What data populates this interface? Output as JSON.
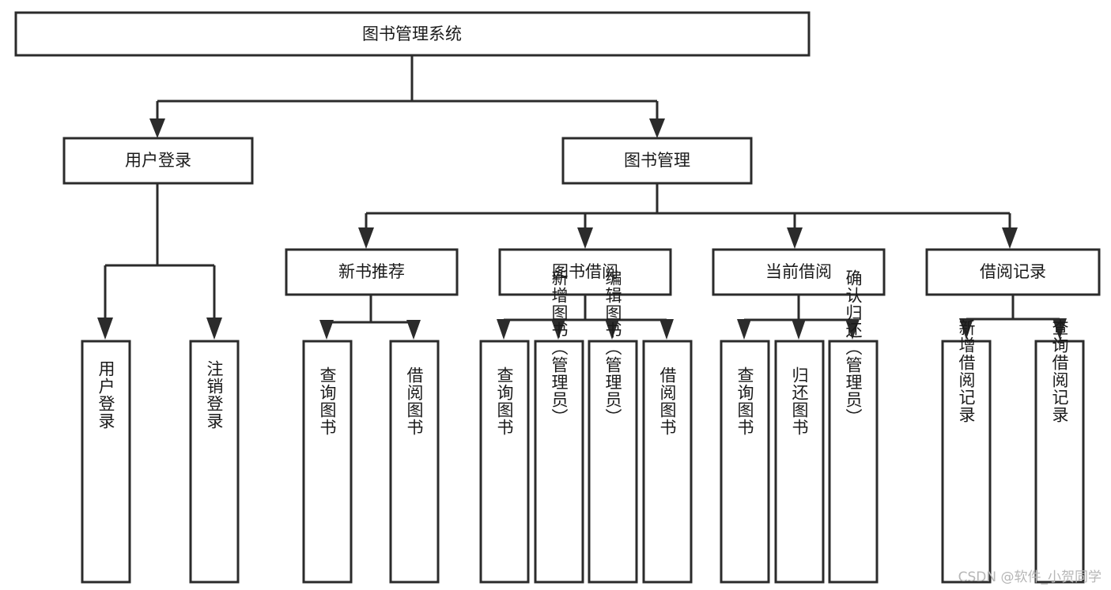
{
  "diagram": {
    "type": "tree-hierarchy-flowchart",
    "title_node": {
      "label": "图书管理系统"
    },
    "level2": [
      {
        "id": "user-login",
        "label": "用户登录"
      },
      {
        "id": "book-management",
        "label": "图书管理"
      }
    ],
    "level3": [
      {
        "id": "new-book-recommend",
        "label": "新书推荐",
        "parent": "book-management"
      },
      {
        "id": "book-borrow",
        "label": "图书借阅",
        "parent": "book-management"
      },
      {
        "id": "current-borrow",
        "label": "当前借阅",
        "parent": "book-management"
      },
      {
        "id": "borrow-record",
        "label": "借阅记录",
        "parent": "book-management"
      }
    ],
    "leaves": [
      {
        "id": "leaf-user-login",
        "label": "用户登录",
        "parent": "user-login"
      },
      {
        "id": "leaf-logout-login",
        "label": "注销登录",
        "parent": "user-login"
      },
      {
        "id": "leaf-query-book-1",
        "label": "查询图书",
        "parent": "new-book-recommend"
      },
      {
        "id": "leaf-borrow-book-1",
        "label": "借阅图书",
        "parent": "new-book-recommend"
      },
      {
        "id": "leaf-query-book-2",
        "label": "查询图书",
        "parent": "book-borrow"
      },
      {
        "id": "leaf-add-book",
        "label": "新增图书（管理员）",
        "parent": "book-borrow"
      },
      {
        "id": "leaf-edit-book",
        "label": "编辑图书（管理员）",
        "parent": "book-borrow"
      },
      {
        "id": "leaf-borrow-book-2",
        "label": "借阅图书",
        "parent": "book-borrow"
      },
      {
        "id": "leaf-query-book-3",
        "label": "查询图书",
        "parent": "current-borrow"
      },
      {
        "id": "leaf-return-book",
        "label": "归还图书",
        "parent": "current-borrow"
      },
      {
        "id": "leaf-confirm-return",
        "label": "确认归还（管理员）",
        "parent": "current-borrow"
      },
      {
        "id": "leaf-add-record",
        "label": "新增借阅记录",
        "parent": "borrow-record"
      },
      {
        "id": "leaf-query-record",
        "label": "查询借阅记录",
        "parent": "borrow-record"
      }
    ],
    "colors": {
      "stroke": "#2b2b2b",
      "fill": "#ffffff",
      "text": "#1a1a1a",
      "watermark": "#b6b6b6",
      "background": "#ffffff"
    }
  },
  "watermark": {
    "text": "CSDN @软件_小贺同学"
  }
}
